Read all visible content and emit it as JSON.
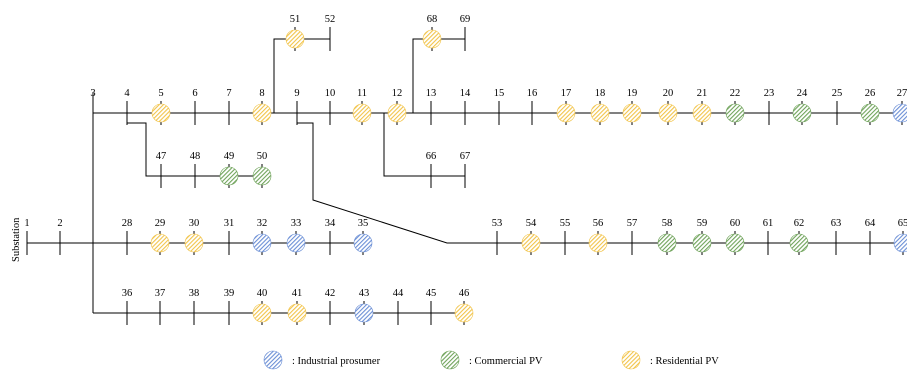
{
  "substation_label": "Substation",
  "colors": {
    "industrial": "#6b8fd6",
    "commercial": "#6fa35a",
    "residential": "#f2c44a"
  },
  "legend": [
    {
      "type": "industrial",
      "text": ": Industrial prosumer"
    },
    {
      "type": "commercial",
      "text": ": Commercial PV"
    },
    {
      "type": "residential",
      "text": ": Residential PV"
    }
  ],
  "nodes": [
    {
      "id": "1",
      "label": "1"
    },
    {
      "id": "2",
      "label": "2"
    },
    {
      "id": "3",
      "label": "3"
    },
    {
      "id": "4",
      "label": "4"
    },
    {
      "id": "5",
      "label": "5",
      "der": "residential"
    },
    {
      "id": "6",
      "label": "6"
    },
    {
      "id": "7",
      "label": "7"
    },
    {
      "id": "8",
      "label": "8",
      "der": "residential"
    },
    {
      "id": "9",
      "label": "9"
    },
    {
      "id": "10",
      "label": "10"
    },
    {
      "id": "11",
      "label": "11",
      "der": "residential"
    },
    {
      "id": "12",
      "label": "12",
      "der": "residential"
    },
    {
      "id": "13",
      "label": "13"
    },
    {
      "id": "14",
      "label": "14"
    },
    {
      "id": "15",
      "label": "15"
    },
    {
      "id": "16",
      "label": "16"
    },
    {
      "id": "17",
      "label": "17",
      "der": "residential"
    },
    {
      "id": "18",
      "label": "18",
      "der": "residential"
    },
    {
      "id": "19",
      "label": "19",
      "der": "residential"
    },
    {
      "id": "20",
      "label": "20",
      "der": "residential"
    },
    {
      "id": "21",
      "label": "21",
      "der": "residential"
    },
    {
      "id": "22",
      "label": "22",
      "der": "commercial"
    },
    {
      "id": "23",
      "label": "23"
    },
    {
      "id": "24",
      "label": "24",
      "der": "commercial"
    },
    {
      "id": "25",
      "label": "25"
    },
    {
      "id": "26",
      "label": "26",
      "der": "commercial"
    },
    {
      "id": "27",
      "label": "27",
      "der": "industrial"
    },
    {
      "id": "28",
      "label": "28"
    },
    {
      "id": "29",
      "label": "29",
      "der": "residential"
    },
    {
      "id": "30",
      "label": "30",
      "der": "residential"
    },
    {
      "id": "31",
      "label": "31"
    },
    {
      "id": "32",
      "label": "32",
      "der": "industrial"
    },
    {
      "id": "33",
      "label": "33",
      "der": "industrial"
    },
    {
      "id": "34",
      "label": "34"
    },
    {
      "id": "35",
      "label": "35",
      "der": "industrial"
    },
    {
      "id": "36",
      "label": "36"
    },
    {
      "id": "37",
      "label": "37"
    },
    {
      "id": "38",
      "label": "38"
    },
    {
      "id": "39",
      "label": "39"
    },
    {
      "id": "40",
      "label": "40",
      "der": "residential"
    },
    {
      "id": "41",
      "label": "41",
      "der": "residential"
    },
    {
      "id": "42",
      "label": "42"
    },
    {
      "id": "43",
      "label": "43",
      "der": "industrial"
    },
    {
      "id": "44",
      "label": "44"
    },
    {
      "id": "45",
      "label": "45"
    },
    {
      "id": "46",
      "label": "46",
      "der": "residential"
    },
    {
      "id": "47",
      "label": "47"
    },
    {
      "id": "48",
      "label": "48"
    },
    {
      "id": "49",
      "label": "49",
      "der": "commercial"
    },
    {
      "id": "50",
      "label": "50",
      "der": "commercial"
    },
    {
      "id": "51",
      "label": "51",
      "der": "residential"
    },
    {
      "id": "52",
      "label": "52"
    },
    {
      "id": "53",
      "label": "53"
    },
    {
      "id": "54",
      "label": "54",
      "der": "residential"
    },
    {
      "id": "55",
      "label": "55"
    },
    {
      "id": "56",
      "label": "56",
      "der": "residential"
    },
    {
      "id": "57",
      "label": "57"
    },
    {
      "id": "58",
      "label": "58",
      "der": "commercial"
    },
    {
      "id": "59",
      "label": "59",
      "der": "commercial"
    },
    {
      "id": "60",
      "label": "60",
      "der": "commercial"
    },
    {
      "id": "61",
      "label": "61"
    },
    {
      "id": "62",
      "label": "62",
      "der": "commercial"
    },
    {
      "id": "63",
      "label": "63"
    },
    {
      "id": "64",
      "label": "64"
    },
    {
      "id": "65",
      "label": "65",
      "der": "industrial"
    },
    {
      "id": "66",
      "label": "66"
    },
    {
      "id": "67",
      "label": "67"
    },
    {
      "id": "68",
      "label": "68",
      "der": "residential"
    },
    {
      "id": "69",
      "label": "69"
    }
  ]
}
